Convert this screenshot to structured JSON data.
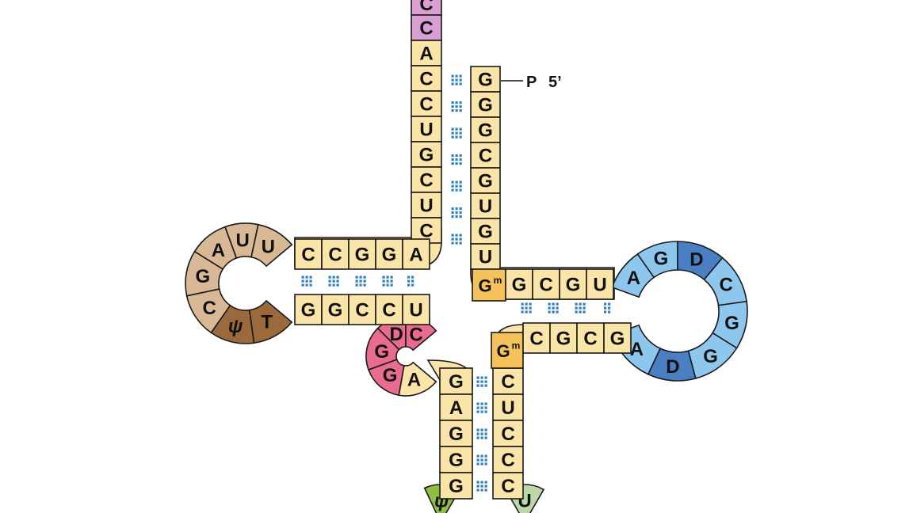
{
  "colors": {
    "stem": "#fbe4a8",
    "cca": "#d99fd2",
    "d_loop_light": "#d8b895",
    "d_loop_dark": "#9c6a3a",
    "modified_g": "#f5c15a",
    "d_arm_pink": "#e96b8f",
    "anticodon_green": "#8fbe45",
    "anticodon_light": "#bcd8a8",
    "t_loop_light": "#8ec7ee",
    "t_loop_dark": "#4b7fc4",
    "bond": "#2f7fc1"
  },
  "labels": {
    "phosphate": "P",
    "five_prime": "5’",
    "m_superscript": "m"
  },
  "acceptor_3prime": [
    "C",
    "C",
    "A",
    "C",
    "C",
    "U",
    "G",
    "C",
    "U",
    "C"
  ],
  "acceptor_5prime": [
    "G",
    "G",
    "G",
    "C",
    "G",
    "U",
    "G",
    "U"
  ],
  "d_stem_top": [
    "C",
    "C",
    "G",
    "G",
    "A"
  ],
  "d_loop_top": [
    "A",
    "U",
    "U"
  ],
  "d_loop_bottom": [
    "G",
    "C",
    "ψ",
    "T"
  ],
  "d_stem_bottom": [
    "G",
    "G",
    "C",
    "C",
    "U"
  ],
  "d_bulge": [
    "D",
    "C",
    "G",
    "G",
    "A"
  ],
  "anticodon_stem_left": [
    "G",
    "A",
    "G",
    "G",
    "G"
  ],
  "anticodon_stem_right": [
    "C",
    "U",
    "C",
    "C",
    "C"
  ],
  "anticodon_loop_visible": [
    "ψ",
    "U"
  ],
  "t_stem_top": [
    "G",
    "C",
    "G",
    "U"
  ],
  "t_loop": [
    "A",
    "G",
    "D",
    "C",
    "G",
    "G",
    "D",
    "A"
  ],
  "t_stem_bottom": [
    "C",
    "G",
    "C",
    "G"
  ],
  "modified_bases": [
    "G",
    "G"
  ]
}
